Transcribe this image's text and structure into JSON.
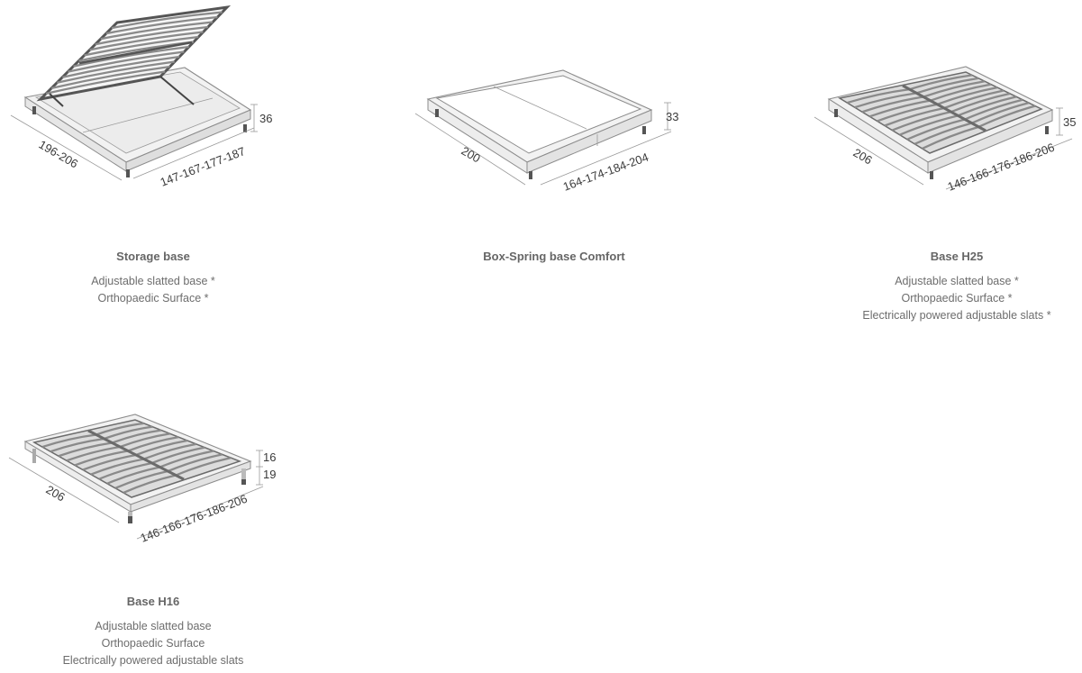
{
  "products": [
    {
      "title": "Storage base",
      "features": [
        "Adjustable slatted base *",
        "Orthopaedic Surface *"
      ],
      "dimensions": {
        "depth": "196-206",
        "width": "147-167-177-187",
        "height": "36"
      }
    },
    {
      "title": "Box-Spring base Comfort",
      "features": [],
      "dimensions": {
        "depth": "200",
        "width": "164-174-184-204",
        "height": "33"
      }
    },
    {
      "title": "Base H25",
      "features": [
        "Adjustable slatted base *",
        "Orthopaedic Surface *",
        "Electrically powered adjustable slats *"
      ],
      "dimensions": {
        "depth": "206",
        "width": "146-166-176-186-206",
        "height": "35"
      }
    },
    {
      "title": "Base H16",
      "features": [
        "Adjustable slatted base",
        "Orthopaedic Surface",
        "Electrically powered adjustable slats"
      ],
      "dimensions": {
        "depth": "206",
        "width": "146-166-176-186-206",
        "height_frame": "16",
        "height_legs": "19"
      }
    }
  ]
}
